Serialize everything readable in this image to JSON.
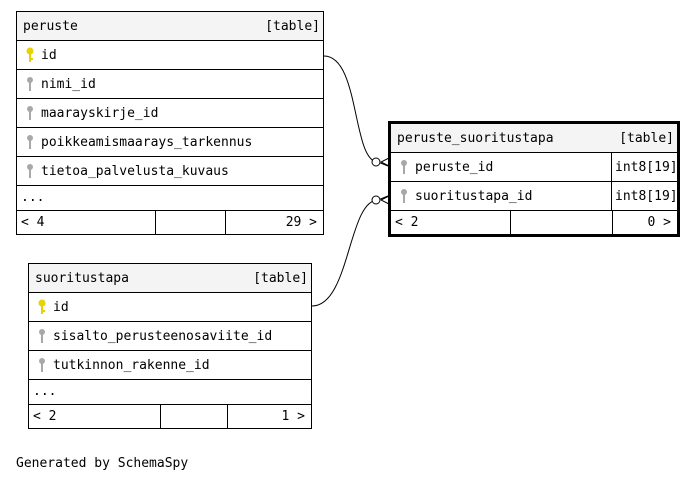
{
  "tables": {
    "peruste": {
      "name": "peruste",
      "type": "[table]",
      "columns": [
        "id",
        "nimi_id",
        "maarayskirje_id",
        "poikkeamismaarays_tarkennus",
        "tietoa_palvelusta_kuvaus"
      ],
      "more": "...",
      "footer": {
        "parents": "< 4",
        "children": "29 >"
      }
    },
    "peruste_suoritustapa": {
      "name": "peruste_suoritustapa",
      "type": "[table]",
      "columns": [
        {
          "name": "peruste_id",
          "type": "int8[19]"
        },
        {
          "name": "suoritustapa_id",
          "type": "int8[19]"
        }
      ],
      "footer": {
        "parents": "< 2",
        "children": "0 >"
      }
    },
    "suoritustapa": {
      "name": "suoritustapa",
      "type": "[table]",
      "columns": [
        "id",
        "sisalto_perusteenosaviite_id",
        "tutkinnon_rakenne_id"
      ],
      "more": "...",
      "footer": {
        "parents": "< 2",
        "children": "1 >"
      }
    }
  },
  "colors": {
    "primary_key": "#e8d200",
    "foreign_key": "#a8a8a8",
    "header_bg": "#f4f4f4"
  },
  "generated_by": "Generated by SchemaSpy"
}
